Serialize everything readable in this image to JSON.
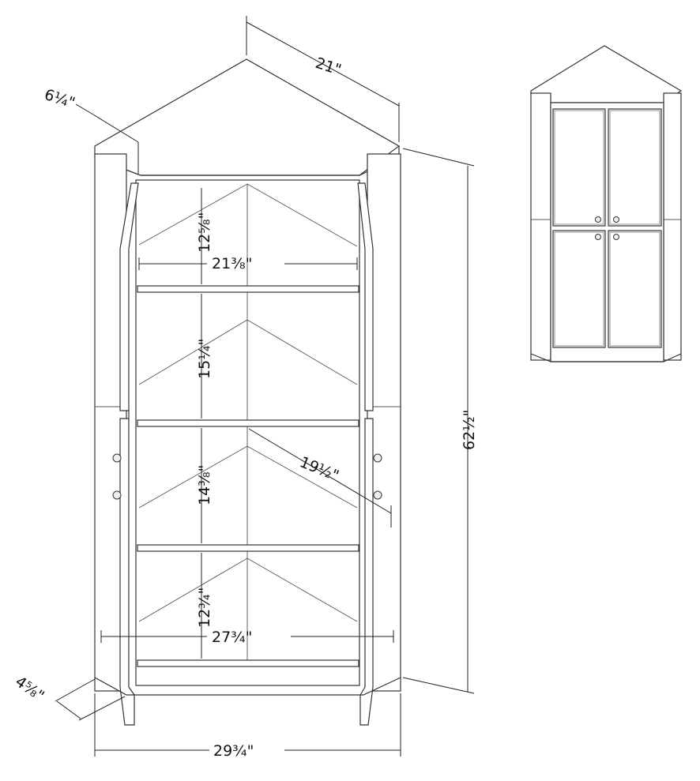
{
  "dimensions": {
    "top_width": "21\"",
    "side_depth": "6¼\"",
    "height_total": "62½\"",
    "shelf_gap_1": "12⅝\"",
    "shelf_width": "21⅜\"",
    "shelf_gap_2": "15¼\"",
    "shelf_diagonal": "19½\"",
    "shelf_gap_3": "14⅜\"",
    "shelf_gap_4": "12¾\"",
    "inner_width": "27¾\"",
    "base_depth": "4⅝\"",
    "overall_width": "29¾\""
  },
  "colors": {
    "line": "#333333",
    "background": "#ffffff"
  }
}
